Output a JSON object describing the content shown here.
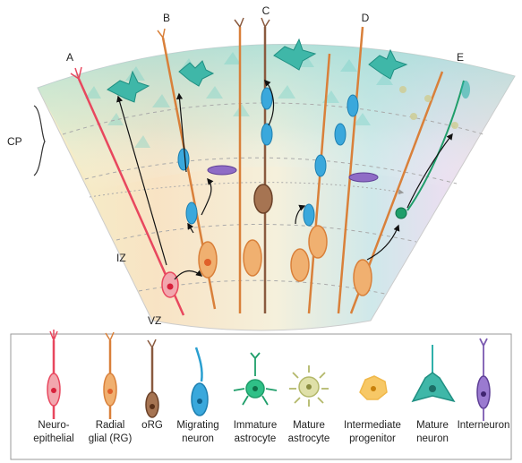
{
  "panels": [
    "A",
    "B",
    "C",
    "D",
    "E"
  ],
  "zones": {
    "cp": "CP",
    "iz": "IZ",
    "vz": "VZ"
  },
  "legend": [
    {
      "line1": "Neuro-",
      "line2": "epithelial",
      "icon": "neuroepithelial-cell-icon",
      "color": "#e8475e"
    },
    {
      "line1": "Radial",
      "line2": "glial (RG)",
      "icon": "radial-glial-cell-icon",
      "color": "#d9803a"
    },
    {
      "line1": "oRG",
      "line2": "",
      "icon": "org-cell-icon",
      "color": "#8a5a3f"
    },
    {
      "line1": "Migrating",
      "line2": "neuron",
      "icon": "migrating-neuron-icon",
      "color": "#2a9fd0"
    },
    {
      "line1": "Immature",
      "line2": "astrocyte",
      "icon": "immature-astrocyte-icon",
      "color": "#1f9e6a"
    },
    {
      "line1": "Mature",
      "line2": "astrocyte",
      "icon": "mature-astrocyte-icon",
      "color": "#b3b86a"
    },
    {
      "line1": "Intermediate",
      "line2": "progenitor",
      "icon": "intermediate-progenitor-icon",
      "color": "#f0b84a"
    },
    {
      "line1": "Mature",
      "line2": "neuron",
      "icon": "mature-neuron-icon",
      "color": "#2fb0aa"
    },
    {
      "line1": "Interneuron",
      "line2": "",
      "icon": "interneuron-icon",
      "color": "#7b5ab0"
    }
  ]
}
